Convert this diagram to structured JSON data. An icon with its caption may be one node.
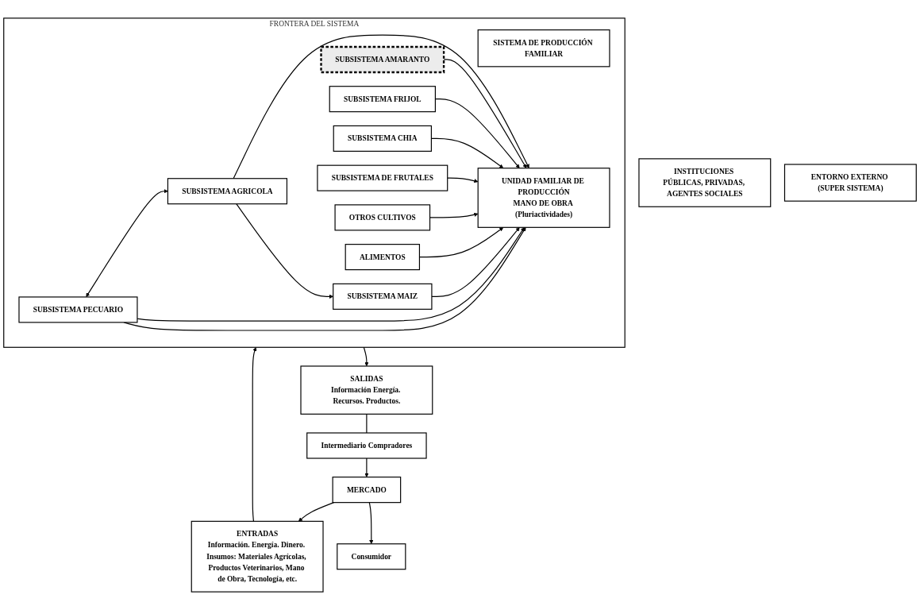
{
  "diagram": {
    "nodes": [
      {
        "text": [
          "INSTITUCIONES PÚBLICAS, PRIVADAS, AGENTES SOCIALES"
        ]
      },
      {
        "text": [
          "FRONTERA DEL SISTEMA"
        ]
      },
      {
        "text": [
          "SISTEMA DE PRODUCCIÓN FAMILIAR"
        ],
        "in": 1
      },
      {
        "text": [
          "ENTRADAS",
          "Información. Energía. Dinero. Insumos: Materiales Agrícolas, Productos Veterinarios, Mano de Obra, Tecnología, etc."
        ]
      },
      {
        "text": [
          "SUBSISTEMA PECUARIO"
        ],
        "in": 1
      },
      {
        "text": [
          "SUBSISTEMA AGRICOLA"
        ],
        "in": 1
      },
      {
        "text": [
          "SUBSISTEMA MAIZ"
        ],
        "in": 1
      },
      {
        "text": [
          "SUBSISTEMA AMARANTO"
        ],
        "in": 1
      },
      {
        "text": [
          "SUBSISTEMA FRIJOL"
        ],
        "in": 1
      },
      {
        "text": [
          "SUBSISTEMA CHIA"
        ],
        "in": 1
      },
      {
        "text": [
          "SUBSISTEMA DE FRUTALES"
        ],
        "in": 1
      },
      {
        "text": [
          "OTROS CULTIVOS"
        ],
        "in": 1
      },
      {
        "text": [
          "ALIMENTOS"
        ],
        "in": 1
      },
      {
        "text": [
          "UNIDAD FAMILIAR DE PRODUCCIÓN",
          "MANO DE OBRA (Pluriactividades)"
        ],
        "in": 1
      },
      {
        "text": [
          "SALIDAS",
          "Información Energía. Recursos. Productos."
        ]
      },
      {
        "text": [
          "MERCADO"
        ]
      },
      {
        "text": [
          "Intermediario Compradores"
        ]
      },
      {
        "text": [
          "Consumidor"
        ]
      },
      {
        "text": [
          "ENTORNO EXTERNO (SUPER SISTEMA)"
        ]
      }
    ],
    "edges": [
      {
        "from": 3,
        "to": 1,
        "arrow": "to"
      },
      {
        "from": 4,
        "to": 5,
        "arrow": "both"
      },
      {
        "from": 4,
        "to": 13,
        "arrow": "to"
      },
      {
        "from": 5,
        "to": 13,
        "arrow": "to"
      },
      {
        "from": 4,
        "to": 13,
        "arrow": "to"
      },
      {
        "from": 5,
        "to": 6,
        "arrow": "to"
      },
      {
        "from": 6,
        "to": 13,
        "arrow": "to"
      },
      {
        "from": 7,
        "to": 13,
        "arrow": "to"
      },
      {
        "from": 8,
        "to": 13,
        "arrow": "to"
      },
      {
        "from": 9,
        "to": 13,
        "arrow": "to"
      },
      {
        "from": 10,
        "to": 13,
        "arrow": "to"
      },
      {
        "from": 11,
        "to": 13,
        "arrow": "to"
      },
      {
        "from": 12,
        "to": 13,
        "arrow": "to"
      },
      {
        "from": 1,
        "to": 14,
        "arrow": "to"
      },
      {
        "from": 14,
        "to": 16,
        "arrow": "none"
      },
      {
        "from": 16,
        "to": 15,
        "arrow": "to"
      },
      {
        "from": 15,
        "to": 3,
        "arrow": "to"
      },
      {
        "from": 15,
        "to": 17,
        "arrow": "to"
      }
    ]
  }
}
